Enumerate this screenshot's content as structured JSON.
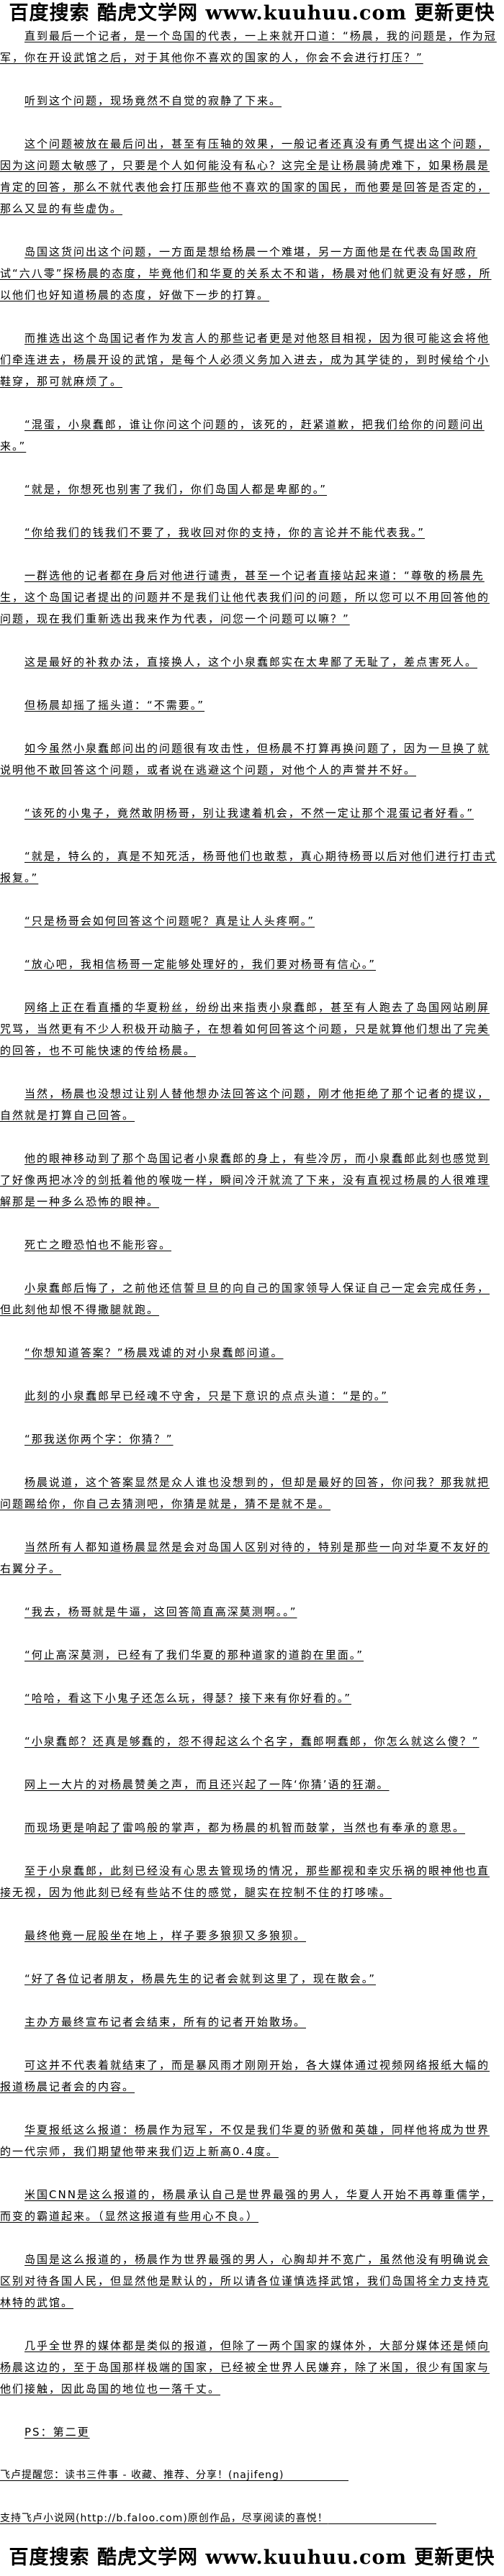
{
  "banner": {
    "text": "百度搜索 酷虎文学网 www.kuuhuu.com 更新更快"
  },
  "paragraphs": [
    "直到最后一个记者，是一个岛国的代表，一上来就开口道：“杨晨，我的问题是，作为冠军，你在开设武馆之后，对于其他你不喜欢的国家的人，你会不会进行打压？”",
    "听到这个问题，现场竟然不自觉的寂静了下来。",
    "这个问题被放在最后问出，甚至有压轴的效果，一般记者还真没有勇气提出这个问题，因为这问题太敏感了，只要是个人如何能没有私心？这完全是让杨晨骑虎难下，如果杨晨是肯定的回答，那么不就代表他会打压那些他不喜欢的国家的国民，而他要是回答是否定的，那么又显的有些虚伪。",
    "岛国这货问出这个问题，一方面是想给杨晨一个难堪，另一方面他是在代表岛国政府试“六八零”探杨晨的态度，毕竟他们和华夏的关系太不和谐，杨晨对他们就更没有好感，所以他们也好知道杨晨的态度，好做下一步的打算。",
    "而推选出这个岛国记者作为发言人的那些记者更是对他怒目相视，因为很可能这会将他们牵连进去，杨晨开设的武馆，是每个人必须义务加入进去，成为其学徒的，到时候给个小鞋穿，那可就麻烦了。",
    "“混蛋，小泉蠢郎，谁让你问这个问题的，该死的，赶紧道歉，把我们给你的问题问出来。”",
    "“就是，你想死也别害了我们，你们岛国人都是卑鄙的。”",
    "“你给我们的钱我们不要了，我收回对你的支持，你的言论并不能代表我。”",
    "一群选他的记者都在身后对他进行谴责，甚至一个记者直接站起来道：“尊敬的杨晨先生，这个岛国记者提出的问题并不是我们让他代表我们问的问题，所以您可以不用回答他的问题，现在我们重新选出我来作为代表，问您一个问题可以嘛？”",
    "这是最好的补救办法，直接换人，这个小泉蠢郎实在太卑鄙了无耻了，差点害死人。",
    "但杨晨却摇了摇头道：“不需要。”",
    "如今虽然小泉蠢郎问出的问题很有攻击性，但杨晨不打算再换问题了，因为一旦换了就说明他不敢回答这个问题，或者说在逃避这个问题，对他个人的声誉并不好。",
    "“该死的小鬼子，竟然敢阴杨哥，别让我逮着机会，不然一定让那个混蛋记者好看。”",
    "“就是，特么的，真是不知死活，杨哥他们也敢惹，真心期待杨哥以后对他们进行打击式报复。”",
    "“只是杨哥会如何回答这个问题呢？真是让人头疼啊。”",
    "“放心吧，我相信杨哥一定能够处理好的，我们要对杨哥有信心。”",
    "网络上正在看直播的华夏粉丝，纷纷出来指责小泉蠢郎，甚至有人跑去了岛国网站刷屏咒骂，当然更有不少人积极开动脑子，在想着如何回答这个问题，只是就算他们想出了完美的回答，也不可能快速的传给杨晨。",
    "当然，杨晨也没想过让别人替他想办法回答这个问题，刚才他拒绝了那个记者的提议，自然就是打算自己回答。",
    "他的眼神移动到了那个岛国记者小泉蠢郎的身上，有些冷厉，而小泉蠢郎此刻也感觉到了好像两把冰冷的剑抵着他的喉咙一样，瞬间冷汗就流了下来，没有直视过杨晨的人很难理解那是一种多么恐怖的眼神。",
    "死亡之瞪恐怕也不能形容。",
    "小泉蠢郎后悔了，之前他还信誓旦旦的向自己的国家领导人保证自己一定会完成任务，但此刻他却恨不得撒腿就跑。",
    "“你想知道答案？”杨晨戏谑的对小泉蠢郎问道。",
    "此刻的小泉蠢郎早已经魂不守舍，只是下意识的点点头道：“是的。”",
    "“那我送你两个字：你猜？”",
    "杨晨说道，这个答案显然是众人谁也没想到的，但却是最好的回答，你问我？那我就把问题踢给你，你自己去猜测吧，你猜是就是，猜不是就不是。",
    "当然所有人都知道杨晨显然是会对岛国人区别对待的，特别是那些一向对华夏不友好的右翼分子。",
    "“我去，杨哥就是牛逼，这回答简直高深莫测啊。。”",
    "“何止高深莫测，已经有了我们华夏的那种道家的道韵在里面。”",
    "“哈哈，看这下小鬼子还怎么玩，得瑟？接下来有你好看的。”",
    "“小泉蠢郎？还真是够蠢的，怨不得起这么个名字，蠢郎啊蠢郎，你怎么就这么傻？”",
    "网上一大片的对杨晨赞美之声，而且还兴起了一阵‘你猜’语的狂潮。",
    "而现场更是响起了雷鸣般的掌声，都为杨晨的机智而鼓掌，当然也有奉承的意思。",
    "至于小泉蠢郎，此刻已经没有心思去管现场的情况，那些鄙视和幸灾乐祸的眼神他也直接无视，因为他此刻已经有些站不住的感觉，腿实在控制不住的打哆嗦。",
    "最终他竟一屁股坐在地上，样子要多狼狈又多狼狈。",
    "“好了各位记者朋友，杨晨先生的记者会就到这里了，现在散会。”",
    "主办方最终宣布记者会结束，所有的记者开始散场。",
    "可这并不代表着就结束了，而是暴风雨才刚刚开始，各大媒体通过视频网络报纸大幅的报道杨晨记者会的内容。",
    "华夏报纸这么报道：杨晨作为冠军，不仅是我们华夏的骄傲和英雄，同样他将成为世界的一代宗师，我们期望他带来我们迈上新高0.4度。",
    "米国CNN是这么报道的，杨晨承认自己是世界最强的男人，华夏人开始不再尊重儒学，而变的霸道起来。（显然这报道有些用心不良。）",
    "岛国是这么报道的，杨晨作为世界最强的男人，心胸却并不宽广，虽然他没有明确说会区别对待各国人民，但显然他是默认的，所以请各位谨慎选择武馆，我们岛国将全力支持克林特的武馆。",
    "几乎全世界的媒体都是类似的报道，但除了一两个国家的媒体外，大部分媒体还是倾向杨晨这边的，至于岛国那样极端的国家，已经被全世界人民嫌弃，除了米国，很少有国家与他们接触，因此岛国的地位也一落千丈。",
    "PS：第二更"
  ],
  "footer": {
    "reminder": "飞卢提醒您：读书三件事 - 收藏、推荐、分享！(najifeng)",
    "support": "支持飞卢小说网(http://b.faloo.com)原创作品，尽享阅读的喜悦！"
  }
}
